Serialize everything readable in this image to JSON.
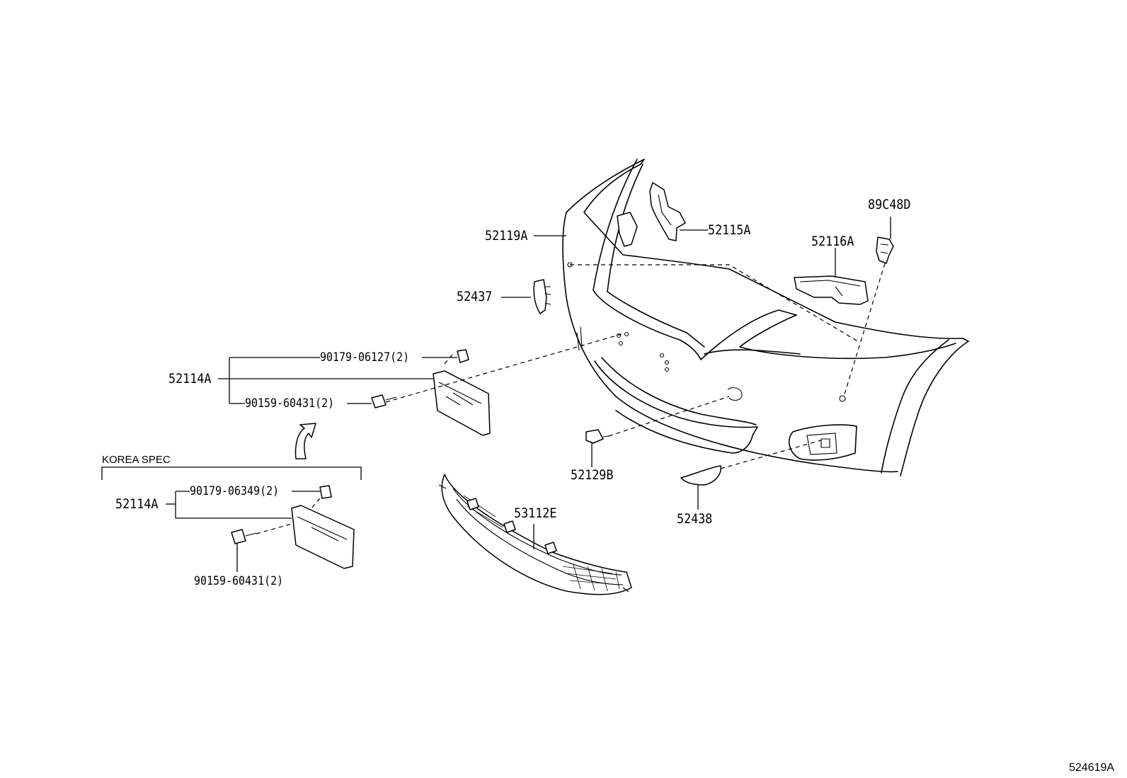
{
  "callouts": {
    "p52119A": "52119A",
    "p52115A": "52115A",
    "p89C48D": "89C48D",
    "p52116A": "52116A",
    "p52437": "52437",
    "p52114A": "52114A",
    "p90179_06127": "90179-06127(2)",
    "p90159_60431": "90159-60431(2)",
    "p52129B": "52129B",
    "p52438": "52438",
    "p53112E": "53112E"
  },
  "korea_spec": {
    "title": "KOREA SPEC",
    "p52114A": "52114A",
    "p90179_06349": "90179-06349(2)",
    "p90159_60431": "90159-60431(2)"
  },
  "diagram_ref": "524619A"
}
